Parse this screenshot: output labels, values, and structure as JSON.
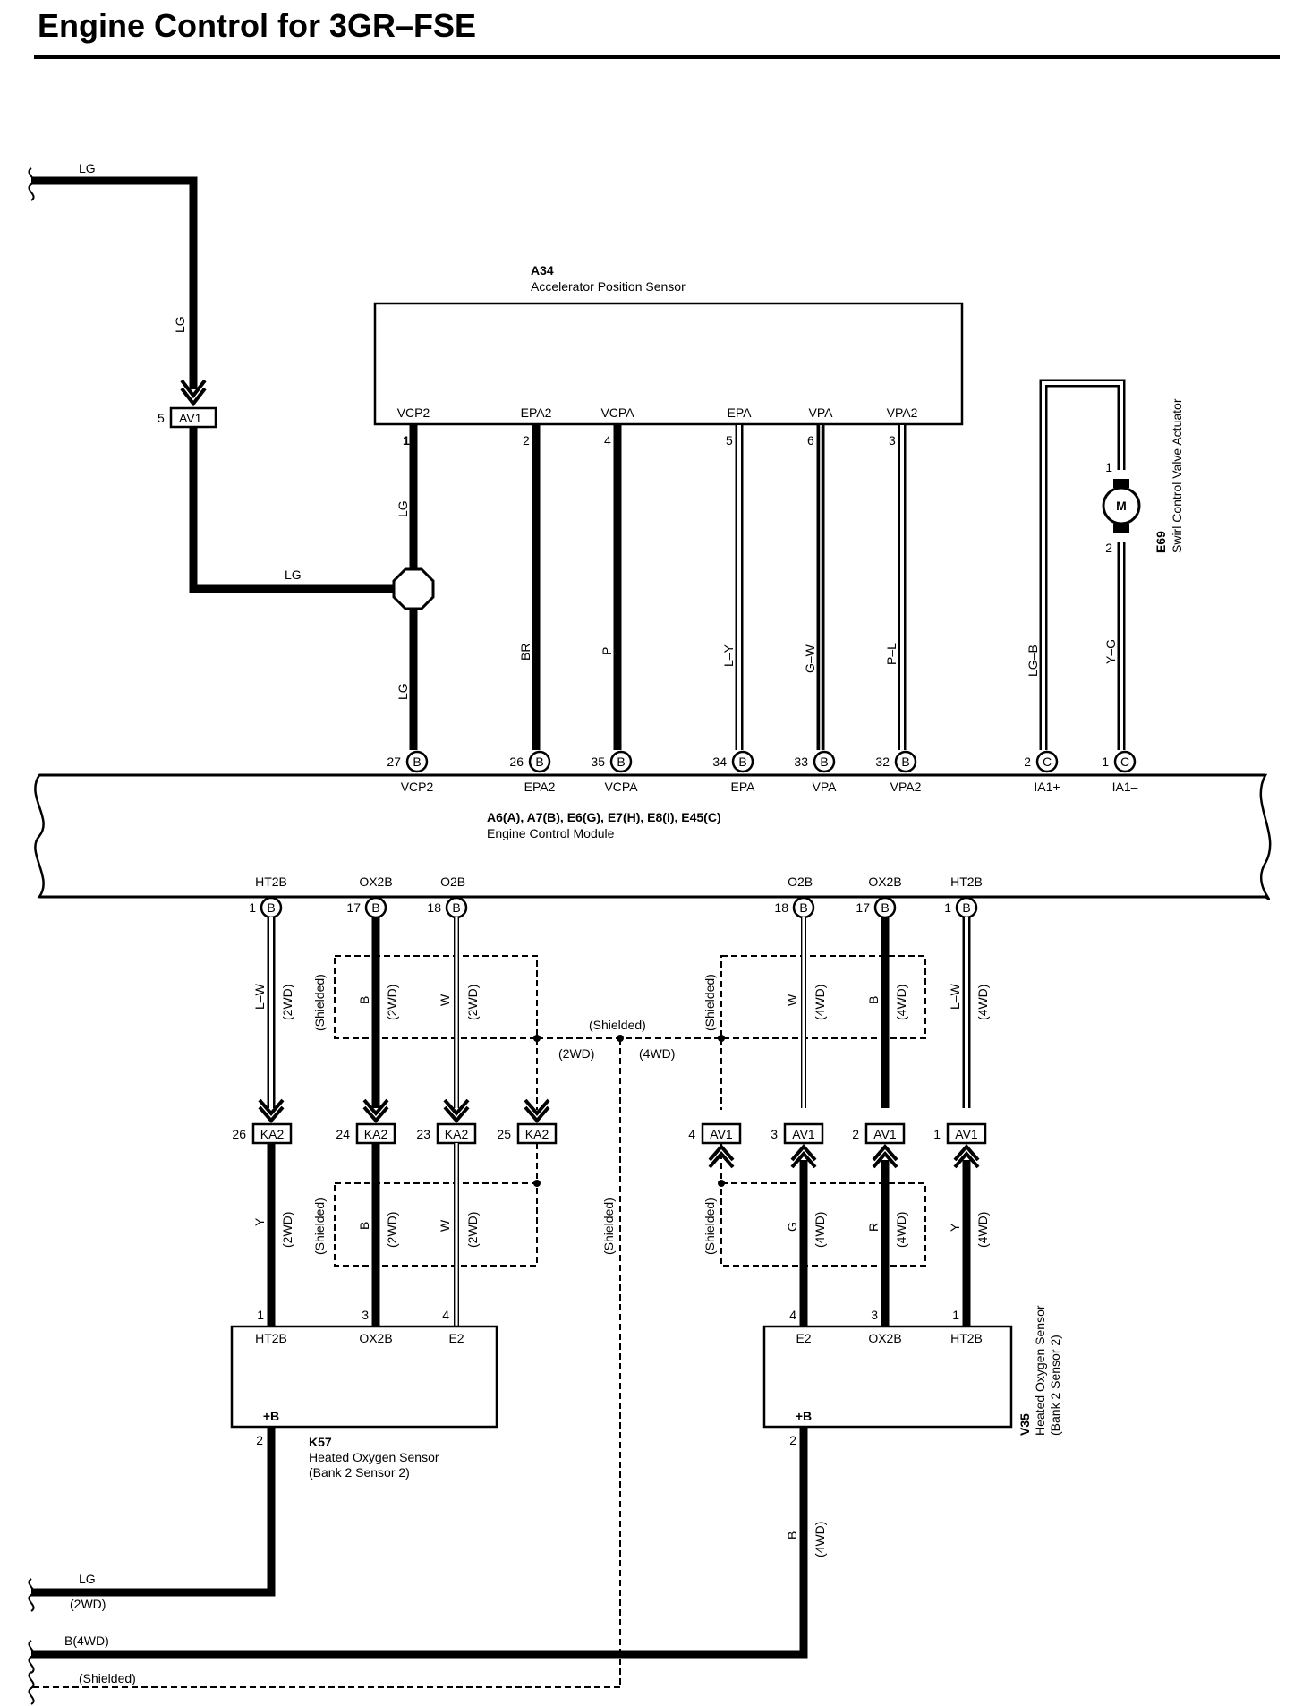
{
  "title": "Engine Control for 3GR–FSE",
  "components": {
    "a34": {
      "code": "A34",
      "name": "Accelerator Position Sensor",
      "terminals": [
        "VCP2",
        "EPA2",
        "VCPA",
        "EPA",
        "VPA",
        "VPA2"
      ],
      "pins": [
        "1",
        "2",
        "4",
        "5",
        "6",
        "3"
      ]
    },
    "e69": {
      "code": "E69",
      "name": "Swirl Control Valve Actuator",
      "motor": "M",
      "pin_top": "1",
      "pin_bottom": "2"
    },
    "ecm": {
      "code": "A6(A), A7(B), E6(G), E7(H), E8(I), E45(C)",
      "name": "Engine Control Module",
      "top_terminals": [
        "VCP2",
        "EPA2",
        "VCPA",
        "EPA",
        "VPA",
        "VPA2",
        "IA1+",
        "IA1–"
      ],
      "top_pins": [
        "27",
        "26",
        "35",
        "34",
        "33",
        "32",
        "2",
        "1"
      ],
      "top_connectors": [
        "B",
        "B",
        "B",
        "B",
        "B",
        "B",
        "C",
        "C"
      ],
      "bottom_terminals": [
        "HT2B",
        "OX2B",
        "O2B–",
        "O2B–",
        "OX2B",
        "HT2B"
      ],
      "bottom_pins": [
        "1",
        "17",
        "18",
        "18",
        "17",
        "1"
      ],
      "bottom_connectors": [
        "B",
        "B",
        "B",
        "B",
        "B",
        "B"
      ]
    },
    "k57": {
      "code": "K57",
      "name": "Heated Oxygen Sensor",
      "sub": "(Bank 2 Sensor 2)",
      "terminals": [
        "HT2B",
        "OX2B",
        "E2",
        "+B"
      ],
      "pins": [
        "1",
        "3",
        "4",
        "2"
      ]
    },
    "v35": {
      "code": "V35",
      "name": "Heated Oxygen Sensor",
      "sub": "(Bank 2 Sensor 2)",
      "terminals": [
        "E2",
        "OX2B",
        "HT2B",
        "+B"
      ],
      "pins": [
        "4",
        "3",
        "1",
        "2"
      ]
    }
  },
  "connectors": {
    "av1_top": {
      "name": "AV1",
      "pin": "5"
    },
    "ka2": [
      {
        "name": "KA2",
        "pin": "26"
      },
      {
        "name": "KA2",
        "pin": "24"
      },
      {
        "name": "KA2",
        "pin": "23"
      },
      {
        "name": "KA2",
        "pin": "25"
      }
    ],
    "av1": [
      {
        "name": "AV1",
        "pin": "4"
      },
      {
        "name": "AV1",
        "pin": "3"
      },
      {
        "name": "AV1",
        "pin": "2"
      },
      {
        "name": "AV1",
        "pin": "1"
      }
    ]
  },
  "wire_colors": {
    "lg": "LG",
    "br": "BR",
    "p": "P",
    "l_y": "L–Y",
    "g_w": "G–W",
    "p_l": "P–L",
    "lg_b": "LG–B",
    "y_g": "Y–G",
    "l_w": "L–W",
    "b": "B",
    "w": "W",
    "y": "Y",
    "g": "G",
    "r": "R",
    "b_4wd": "B(4WD)"
  },
  "notes": {
    "shielded": "(Shielded)",
    "wd2": "(2WD)",
    "wd4": "(4WD)"
  }
}
